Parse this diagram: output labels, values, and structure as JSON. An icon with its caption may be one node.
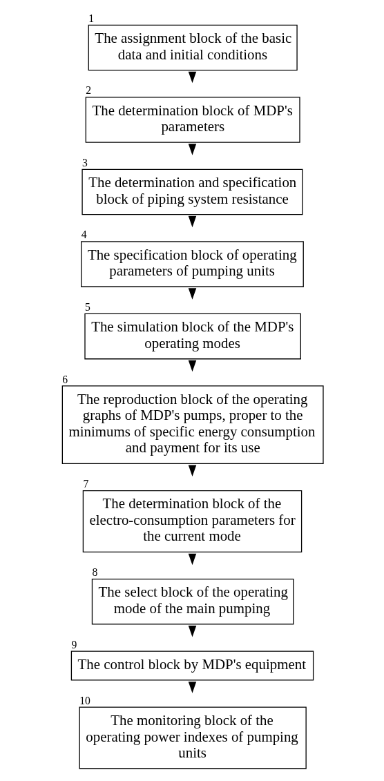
{
  "diagram": {
    "nodes": [
      {
        "text": [
          "The assignment block of the basic data and initial conditions"
        ],
        "beside": [
          "1"
        ]
      },
      {
        "text": [
          "The determination block of MDP's parameters"
        ],
        "beside": [
          "2"
        ]
      },
      {
        "text": [
          "The determination and specification block of piping system resistance"
        ],
        "beside": [
          "3"
        ]
      },
      {
        "text": [
          "The specification block of operating parameters of pumping units"
        ],
        "beside": [
          "4"
        ]
      },
      {
        "text": [
          "The simulation block of the MDP's operating modes"
        ],
        "beside": [
          "5"
        ]
      },
      {
        "text": [
          "The reproduction block of the operating graphs of MDP's pumps, proper to the minimums of specific energy consumption and payment for its use"
        ],
        "beside": [
          "6"
        ]
      },
      {
        "text": [
          "The determination block of the electro-consumption parameters for the current mode"
        ],
        "beside": [
          "7"
        ]
      },
      {
        "text": [
          "The select block of the operating mode of the main pumping"
        ],
        "beside": [
          "8"
        ]
      },
      {
        "text": [
          "The control block by MDP's equipment"
        ],
        "beside": [
          "9"
        ]
      },
      {
        "text": [
          "The monitoring block of the operating power indexes of pumping units"
        ],
        "beside": [
          "10"
        ]
      }
    ],
    "edges": [
      {
        "from": 0,
        "to": 1,
        "arrow": "to"
      },
      {
        "from": 1,
        "to": 2,
        "arrow": "to"
      },
      {
        "from": 2,
        "to": 3,
        "arrow": "to"
      },
      {
        "from": 3,
        "to": 4,
        "arrow": "to"
      },
      {
        "from": 4,
        "to": 5,
        "arrow": "to"
      },
      {
        "from": 5,
        "to": 6,
        "arrow": "to"
      },
      {
        "from": 6,
        "to": 7,
        "arrow": "to"
      },
      {
        "from": 7,
        "to": 8,
        "arrow": "to"
      },
      {
        "from": 8,
        "to": 9,
        "arrow": "to"
      }
    ]
  }
}
